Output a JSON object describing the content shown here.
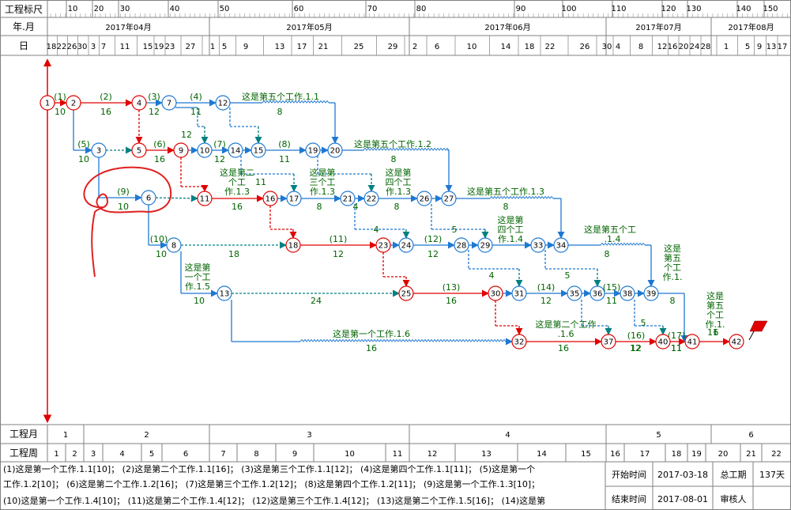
{
  "header": {
    "row1_label": "工程标尺",
    "row2_label": "年.月",
    "row3_label": "日",
    "scale_ticks": [
      "10",
      "20",
      "30",
      "40",
      "50",
      "60",
      "70",
      "80",
      "90",
      "100",
      "110",
      "120",
      "130",
      "140",
      "150"
    ],
    "months": [
      "2017年04月",
      "2017年05月",
      "2017年06月",
      "2017年07月",
      "2017年08月"
    ],
    "days": [
      "18",
      "22",
      "26",
      "30",
      "3",
      "7",
      "11",
      "15",
      "19",
      "23",
      "27",
      "1",
      "5",
      "9",
      "13",
      "17",
      "21",
      "25",
      "29",
      "2",
      "6",
      "10",
      "14",
      "18",
      "22",
      "26",
      "30",
      "4",
      "8",
      "12",
      "16",
      "20",
      "24",
      "28",
      "1",
      "5",
      "9",
      "13",
      "17"
    ]
  },
  "footer": {
    "month_row_label": "工程月",
    "week_row_label": "工程周",
    "project_months": [
      "1",
      "2",
      "3",
      "4",
      "5",
      "6"
    ],
    "project_weeks": [
      "1",
      "2",
      "3",
      "4",
      "5",
      "6",
      "7",
      "8",
      "9",
      "10",
      "11",
      "12",
      "13",
      "14",
      "15",
      "16",
      "17",
      "18",
      "19",
      "20",
      "21",
      "22"
    ],
    "legend_line1": "(1)这是第一个工作.1.1[10]；  (2)这是第二个工作.1.1[16]；  (3)这是第三个工作.1.1[12]；  (4)这是第四个工作.1.1[11]；  (5)这是第一个",
    "legend_line2": "工作.1.2[10]；  (6)这是第二个工作.1.2[16]；  (7)这是第三个工作.1.2[12]；  (8)这是第四个工作.1.2[11]；  (9)这是第一个工作.1.3[10]；",
    "legend_line3": "(10)这是第一个工作.1.4[10]；  (11)这是第二个工作.1.4[12]；  (12)这是第三个工作.1.4[12]；  (13)这是第二个工作.1.5[16]；  (14)这是第",
    "start_label": "开始时间",
    "start_value": "2017-03-18",
    "end_label": "结束时间",
    "end_value": "2017-08-01",
    "total_label": "总工期",
    "total_value": "137天",
    "reviewer_label": "审核人"
  },
  "colors": {
    "critical": "#e00000",
    "normal": "#1e78d2",
    "dummy_teal": "#008080",
    "wavy": "#1e78d2",
    "label_green": "#006400",
    "grid": "#808080",
    "annotation": "#e02020"
  },
  "network": {
    "nodes": [
      {
        "id": "1",
        "critical": true
      },
      {
        "id": "2",
        "critical": true
      },
      {
        "id": "3",
        "critical": false
      },
      {
        "id": "4",
        "critical": true
      },
      {
        "id": "5",
        "critical": true
      },
      {
        "id": "6",
        "critical": false
      },
      {
        "id": "7",
        "critical": false
      },
      {
        "id": "8",
        "critical": false
      },
      {
        "id": "9",
        "critical": true
      },
      {
        "id": "10",
        "critical": false
      },
      {
        "id": "11",
        "critical": true
      },
      {
        "id": "12",
        "critical": false
      },
      {
        "id": "13",
        "critical": false
      },
      {
        "id": "14",
        "critical": false
      },
      {
        "id": "15",
        "critical": false
      },
      {
        "id": "16",
        "critical": true
      },
      {
        "id": "17",
        "critical": false
      },
      {
        "id": "18",
        "critical": true
      },
      {
        "id": "19",
        "critical": false
      },
      {
        "id": "20",
        "critical": false
      },
      {
        "id": "21",
        "critical": false
      },
      {
        "id": "22",
        "critical": false
      },
      {
        "id": "23",
        "critical": true
      },
      {
        "id": "24",
        "critical": false
      },
      {
        "id": "25",
        "critical": true
      },
      {
        "id": "26",
        "critical": false
      },
      {
        "id": "27",
        "critical": false
      },
      {
        "id": "28",
        "critical": false
      },
      {
        "id": "29",
        "critical": false
      },
      {
        "id": "30",
        "critical": true
      },
      {
        "id": "31",
        "critical": false
      },
      {
        "id": "32",
        "critical": true
      },
      {
        "id": "33",
        "critical": false
      },
      {
        "id": "34",
        "critical": false
      },
      {
        "id": "35",
        "critical": false
      },
      {
        "id": "36",
        "critical": false
      },
      {
        "id": "37",
        "critical": true
      },
      {
        "id": "38",
        "critical": false
      },
      {
        "id": "39",
        "critical": false
      },
      {
        "id": "40",
        "critical": true
      },
      {
        "id": "41",
        "critical": true
      },
      {
        "id": "42",
        "critical": true
      }
    ],
    "activity_codes": [
      "(1)",
      "(2)",
      "(3)",
      "(4)",
      "(5)",
      "(6)",
      "(7)",
      "(8)",
      "(9)",
      "(10)",
      "(11)",
      "(12)",
      "(13)",
      "(14)",
      "(15)",
      "(16)",
      "(17)"
    ],
    "durations": [
      "10",
      "16",
      "12",
      "11",
      "10",
      "16",
      "12",
      "11",
      "10",
      "10",
      "12",
      "12",
      "16",
      "12",
      "11",
      "12",
      "11",
      "16",
      "8",
      "8",
      "8",
      "8",
      "8",
      "8",
      "12",
      "11",
      "4",
      "5",
      "18",
      "24",
      "10",
      "16",
      "16",
      "12",
      "11",
      "5",
      "4",
      "5",
      "6",
      "4",
      "8",
      "11"
    ],
    "text_labels": [
      "这是第五个工作.1.1",
      "这是第五个工作.1.2",
      "这是第五个工作.1.3",
      "这是第五个工",
      "这是第二",
      "个工",
      "作.1.3",
      "这是第",
      "三个工",
      "作.1.3",
      "这是第",
      "四个工",
      "作.1.3",
      "这是第",
      "四个工",
      "作.1.4",
      "这是第",
      "一个工",
      "作.1.5",
      "这是第一个工作.1.6",
      "这是第二个工作",
      ".1.6",
      "这是",
      "第五",
      "个工",
      "作.1.",
      "这是",
      "第五",
      "个工",
      "作.1.",
      ".1.4"
    ]
  }
}
